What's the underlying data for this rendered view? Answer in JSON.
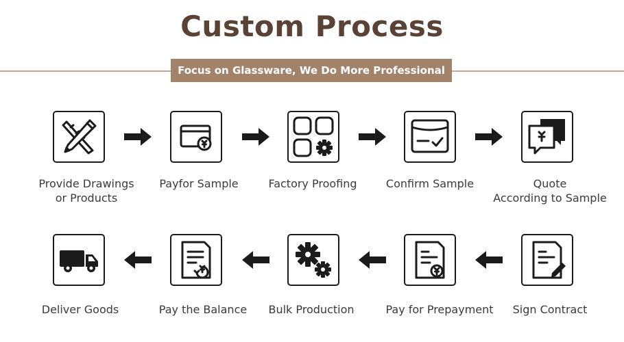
{
  "header": {
    "title": "Custom Process",
    "tagline": "Focus on Glassware, We Do More Professional"
  },
  "colors": {
    "title": "#5a4234",
    "banner": "#a3826a",
    "rule": "#c7a98e",
    "icon": "#1b1b1b"
  },
  "steps": [
    {
      "label": "Provide Drawings\nor Products",
      "icon": "pencil-ruler-icon"
    },
    {
      "label": "Payfor Sample",
      "icon": "card-payment-icon"
    },
    {
      "label": "Factory Proofing",
      "icon": "grid-gear-icon"
    },
    {
      "label": "Confirm Sample",
      "icon": "window-check-icon"
    },
    {
      "label": "Quote\nAccording to Sample",
      "icon": "quote-chat-icon"
    },
    {
      "label": "Sign Contract",
      "icon": "document-pen-icon"
    },
    {
      "label": "Pay for Prepayment",
      "icon": "document-payment-icon"
    },
    {
      "label": "Bulk Production",
      "icon": "gears-icon"
    },
    {
      "label": "Pay the Balance",
      "icon": "document-refund-icon"
    },
    {
      "label": "Deliver Goods",
      "icon": "truck-icon"
    }
  ]
}
